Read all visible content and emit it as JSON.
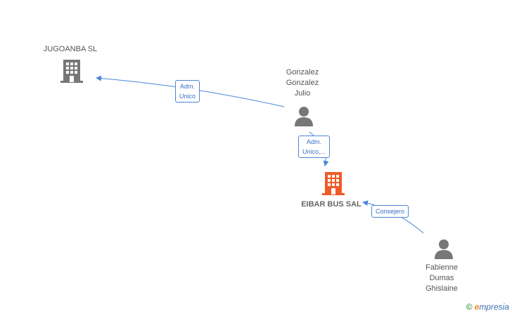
{
  "nodes": {
    "jugoanba": {
      "label": "JUGOANBA SL",
      "type": "company"
    },
    "gonzalez": {
      "label": [
        "Gonzalez",
        "Gonzalez",
        "Julio"
      ],
      "type": "person"
    },
    "eibar": {
      "label": "EIBAR BUS SAL",
      "type": "company",
      "highlight": true
    },
    "fabienne": {
      "label": [
        "Fabienne",
        "Dumas",
        "Ghislaine"
      ],
      "type": "person"
    }
  },
  "edges": [
    {
      "from": "gonzalez",
      "to": "jugoanba",
      "label": [
        "Adm.",
        "Unico"
      ]
    },
    {
      "from": "gonzalez",
      "to": "eibar",
      "label": [
        "Adm.",
        "Unico,..."
      ]
    },
    {
      "from": "fabienne",
      "to": "eibar",
      "label": [
        "Consejero"
      ]
    }
  ],
  "colors": {
    "edge": "#4a86d9",
    "company": "#777777",
    "company_highlight": "#f05a28",
    "person": "#777777"
  },
  "brand": {
    "copyright": "©",
    "initial": "e",
    "rest": "mpresia"
  }
}
